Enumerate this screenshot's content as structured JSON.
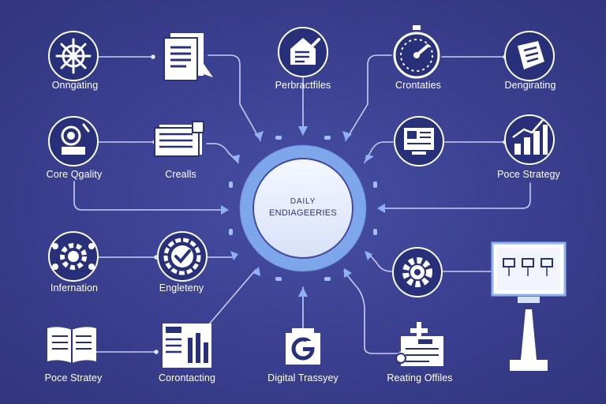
{
  "hub": {
    "line1": "DAILY",
    "line2": "ENDIAGEERIES"
  },
  "nodes": [
    {
      "label": "Onngating",
      "icon": "ship-wheel-icon"
    },
    {
      "label": "",
      "icon": "documents-icon"
    },
    {
      "label": "Perbractfiles",
      "icon": "house-document-icon"
    },
    {
      "label": "Crontaties",
      "icon": "stopwatch-icon"
    },
    {
      "label": "Dengirating",
      "icon": "tag-document-icon"
    },
    {
      "label": "Core Qgality",
      "icon": "microscope-icon"
    },
    {
      "label": "Crealls",
      "icon": "files-stack-icon"
    },
    {
      "label": "",
      "icon": "monitor-chart-icon"
    },
    {
      "label": "Poce Strategy",
      "icon": "bar-chart-growth-icon"
    },
    {
      "label": "Infernation",
      "icon": "gear-network-icon"
    },
    {
      "label": "Engleteny",
      "icon": "checkmark-gear-icon"
    },
    {
      "label": "",
      "icon": "gear-icon"
    },
    {
      "label": "",
      "icon": "desktop-monitor-icon"
    },
    {
      "label": "Poce Stratey",
      "icon": "open-book-icon"
    },
    {
      "label": "Corontacting",
      "icon": "report-document-icon"
    },
    {
      "label": "Digital Trassyey",
      "icon": "google-badge-icon"
    },
    {
      "label": "Reating Offiles",
      "icon": "medical-case-icon"
    }
  ],
  "colors": {
    "background": "#3a3f8f",
    "line": "#c7cdf5",
    "hub_ring": "#7ea6ea",
    "hub_fill": "#e8eefc",
    "icon_circle": "#29307a"
  }
}
